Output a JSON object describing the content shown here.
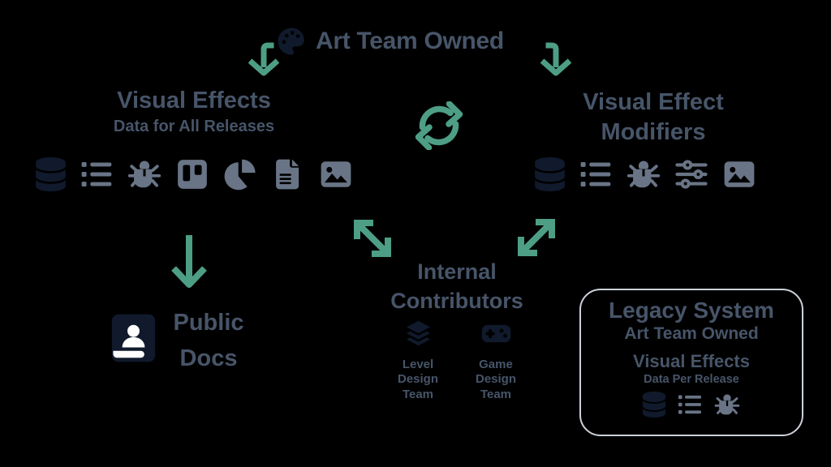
{
  "colors": {
    "background": "#000000",
    "green": "#4d9e85",
    "text": "#475569",
    "icon": "#697586",
    "navy": "#101a2c",
    "box_border": "#ccd1d9"
  },
  "top": {
    "title": "Art Team Owned",
    "icon": "palette"
  },
  "left_system": {
    "title": "Visual Effects",
    "subtitle": "Data for All Releases",
    "icons": [
      "database",
      "list",
      "bug",
      "kanban",
      "pie-chart",
      "document",
      "image"
    ]
  },
  "center": {
    "icon": "sync-arrows"
  },
  "right_system": {
    "title": "Visual Effect\nModifiers",
    "icons": [
      "database",
      "list",
      "bug",
      "sliders",
      "image"
    ]
  },
  "public_docs": {
    "title": "Public\nDocs",
    "icon": "docs-book"
  },
  "internal_contributors": {
    "title": "Internal\nContributors",
    "teams": [
      {
        "icon": "layers",
        "label": "Level\nDesign\nTeam"
      },
      {
        "icon": "gamepad",
        "label": "Game\nDesign\nTeam"
      }
    ]
  },
  "legacy_system": {
    "title": "Legacy System",
    "owner": "Art Team Owned",
    "section_title": "Visual Effects",
    "section_subtitle": "Data Per Release",
    "icons": [
      "database",
      "list",
      "bug"
    ]
  }
}
